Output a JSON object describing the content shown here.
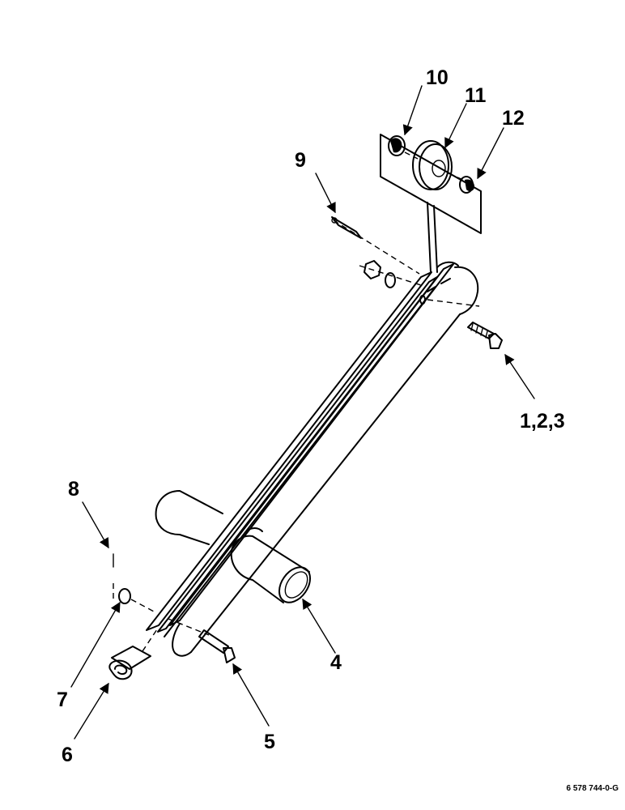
{
  "diagram": {
    "callouts": [
      {
        "id": "c10",
        "label": "10"
      },
      {
        "id": "c11",
        "label": "11"
      },
      {
        "id": "c12",
        "label": "12"
      },
      {
        "id": "c9",
        "label": "9"
      },
      {
        "id": "c123",
        "label": "1,2,3"
      },
      {
        "id": "c8",
        "label": "8"
      },
      {
        "id": "c7",
        "label": "7"
      },
      {
        "id": "c6",
        "label": "6"
      },
      {
        "id": "c4",
        "label": "4"
      },
      {
        "id": "c5",
        "label": "5"
      }
    ],
    "figure_number": "6 578 744-0-G"
  }
}
